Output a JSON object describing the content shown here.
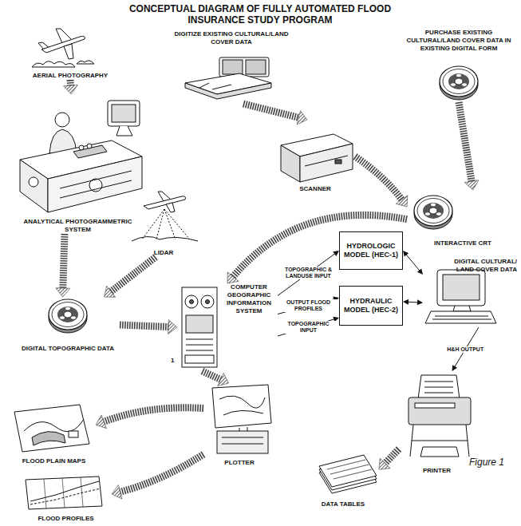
{
  "diagram": {
    "title": "CONCEPTUAL DIAGRAM OF FULLY AUTOMATED FLOOD INSURANCE STUDY PROGRAM",
    "caption": "Figure 1",
    "nodes": [
      {
        "text": [
          "AERIAL PHOTOGRAPHY"
        ]
      },
      {
        "text": [
          "DIGITIZE EXISTING CULTURAL/LAND COVER DATA"
        ]
      },
      {
        "text": [
          "PURCHASE EXISTING CULTURAL/LAND COVER DATA IN EXISTING DIGITAL FORM"
        ]
      },
      {
        "text": [
          "SCANNER"
        ]
      },
      {
        "text": [
          "ANALYTICAL PHOTOGRAMMETRIC SYSTEM"
        ]
      },
      {
        "text": [
          "LIDAR"
        ]
      },
      {
        "text": [
          "DIGITAL CULTURAL/ LAND COVER DATA"
        ]
      },
      {
        "text": [
          "DIGITAL TOPOGRAPHIC DATA"
        ]
      },
      {
        "text": [
          "COMPUTER GEOGRAPHIC INFORMATION SYSTEM"
        ]
      },
      {
        "text": [
          "HYDROLOGIC MODEL (HEC-1)"
        ]
      },
      {
        "text": [
          "INTERACTIVE CRT"
        ]
      },
      {
        "text": [
          "HYDRAULIC MODEL (HEC-2)"
        ]
      },
      {
        "text": [
          "FLOOD PLAIN MAPS"
        ]
      },
      {
        "text": [
          "PLOTTER"
        ]
      },
      {
        "text": [
          "PRINTER"
        ]
      },
      {
        "text": [
          "FLOOD PROFILES"
        ]
      },
      {
        "text": [
          "DATA TABLES"
        ]
      }
    ],
    "edges": [
      {
        "from": 0,
        "to": 4,
        "arrow": "to"
      },
      {
        "from": 1,
        "to": 3,
        "arrow": "to"
      },
      {
        "from": 3,
        "to": 6,
        "arrow": "to"
      },
      {
        "from": 2,
        "to": 6,
        "arrow": "to"
      },
      {
        "from": 4,
        "to": 7,
        "arrow": "to"
      },
      {
        "from": 5,
        "to": 7,
        "arrow": "to"
      },
      {
        "from": 6,
        "to": 8,
        "arrow": "to"
      },
      {
        "from": 7,
        "to": 8,
        "arrow": "to"
      },
      {
        "from": 8,
        "to": 9,
        "label": "TOPOGRAPHIC & LANDUSE INPUT",
        "arrow": "to"
      },
      {
        "from": 8,
        "to": 11,
        "label": "OUTPUT FLOOD PROFILES",
        "arrow": "to"
      },
      {
        "from": 8,
        "to": 11,
        "label": "TOPOGRAPHIC INPUT",
        "arrow": "to"
      },
      {
        "from": 9,
        "to": 10,
        "arrow": "both"
      },
      {
        "from": 11,
        "to": 10,
        "arrow": "both"
      },
      {
        "from": 10,
        "to": 14,
        "label": "H&H OUTPUT",
        "arrow": "to"
      },
      {
        "from": 8,
        "to": 13,
        "arrow": "to"
      },
      {
        "from": 13,
        "to": 12,
        "arrow": "to"
      },
      {
        "from": 13,
        "to": 15,
        "arrow": "to"
      },
      {
        "from": 14,
        "to": 16,
        "arrow": "to"
      }
    ],
    "labels": [
      "1"
    ]
  }
}
